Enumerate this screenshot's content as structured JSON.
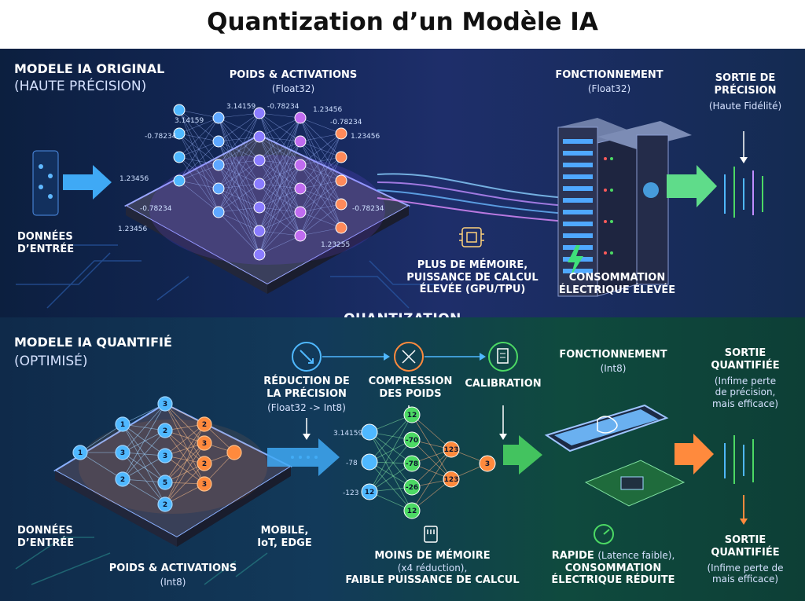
{
  "title": "Quantization d’un Modèle IA",
  "divider_label": "QUANTIZATION",
  "top": {
    "heading_line1": "MODELE IA ORIGINAL",
    "heading_line2": "(HAUTE PRÉCISION)",
    "weights_title": "POIDS & ACTIVATIONS",
    "weights_sub": "(Float32)",
    "input_line1": "DONNÉES",
    "input_line2": "D’ENTRÉE",
    "operation_title": "FONCTIONNEMENT",
    "operation_sub": "(Float32)",
    "output_line1": "SORTIE DE",
    "output_line2": "PRÉCISION",
    "output_sub": "(Haute Fidélité)",
    "memory_line1": "PLUS DE MÉMOIRE,",
    "memory_line2": "PUISSANCE DE CALCUL",
    "memory_line3": "ÉLEVÉE (GPU/TPU)",
    "power_line1": "CONSOMMATION",
    "power_line2": "ÉLECTRIQUE ÉLEVÉE",
    "weight_values": [
      "3.14159",
      "-0.78234",
      "1.23456",
      "3.14159",
      "-0.78234",
      "1.23456",
      "-0.78234",
      "1.23456",
      "-0.78234",
      "1.23456",
      "1.23255",
      "-0.78234"
    ]
  },
  "bottom": {
    "heading_line1": "MODELE IA QUANTIFIÉ",
    "heading_line2": "(OPTIMISÉ)",
    "step1_line1": "RÉDUCTION DE",
    "step1_line2": "LA PRÉCISION",
    "step1_sub": "(Float32 -> Int8)",
    "step2_line1": "COMPRESSION",
    "step2_line2": "DES POIDS",
    "step3": "CALIBRATION",
    "operation_title": "FONCTIONNEMENT",
    "operation_sub": "(Int8)",
    "output_line1": "SORTIE",
    "output_line2": "QUANTIFIÉE",
    "output_sub1": "(Infime perte",
    "output_sub2": "de précision,",
    "output_sub3": "mais efficace)",
    "input_line1": "DONNÉES",
    "input_line2": "D’ENTRÉE",
    "weights_title": "POIDS & ACTIVATIONS",
    "weights_sub": "(Int8)",
    "mobile_line1": "MOBILE,",
    "mobile_line2": "IoT, EDGE",
    "memory_line1": "MOINS DE MÉMOIRE",
    "memory_line2": "(x4 réduction),",
    "memory_line3": "FAIBLE PUISSANCE DE CALCUL",
    "fast_line1": "RAPIDE",
    "fast_line1_sub": "(Latence faible),",
    "fast_line2": "CONSOMMATION",
    "fast_line3": "ÉLECTRIQUE RÉDUITE",
    "output2_line1": "SORTIE",
    "output2_line2": "QUANTIFIÉE",
    "output2_sub1": "(Infime perte de",
    "output2_sub2": "mais efficace)",
    "left_node_values": [
      "1",
      "1",
      "3",
      "2",
      "3",
      "2",
      "3",
      "5",
      "2",
      "2",
      "3",
      "2",
      "3"
    ],
    "right_node_values": [
      "12",
      "-70",
      "123",
      "-78",
      "123",
      "-26",
      "12",
      "12",
      "3"
    ],
    "right_labels": [
      "3.14159",
      "-78",
      "-123"
    ]
  },
  "colors": {
    "top_bg": "#14285a",
    "bottom_bg": "#0f4a3e",
    "accent_blue": "#3fa9f5",
    "accent_purple": "#b05cf0",
    "accent_orange": "#ff8a3d",
    "accent_green": "#4cd964"
  }
}
